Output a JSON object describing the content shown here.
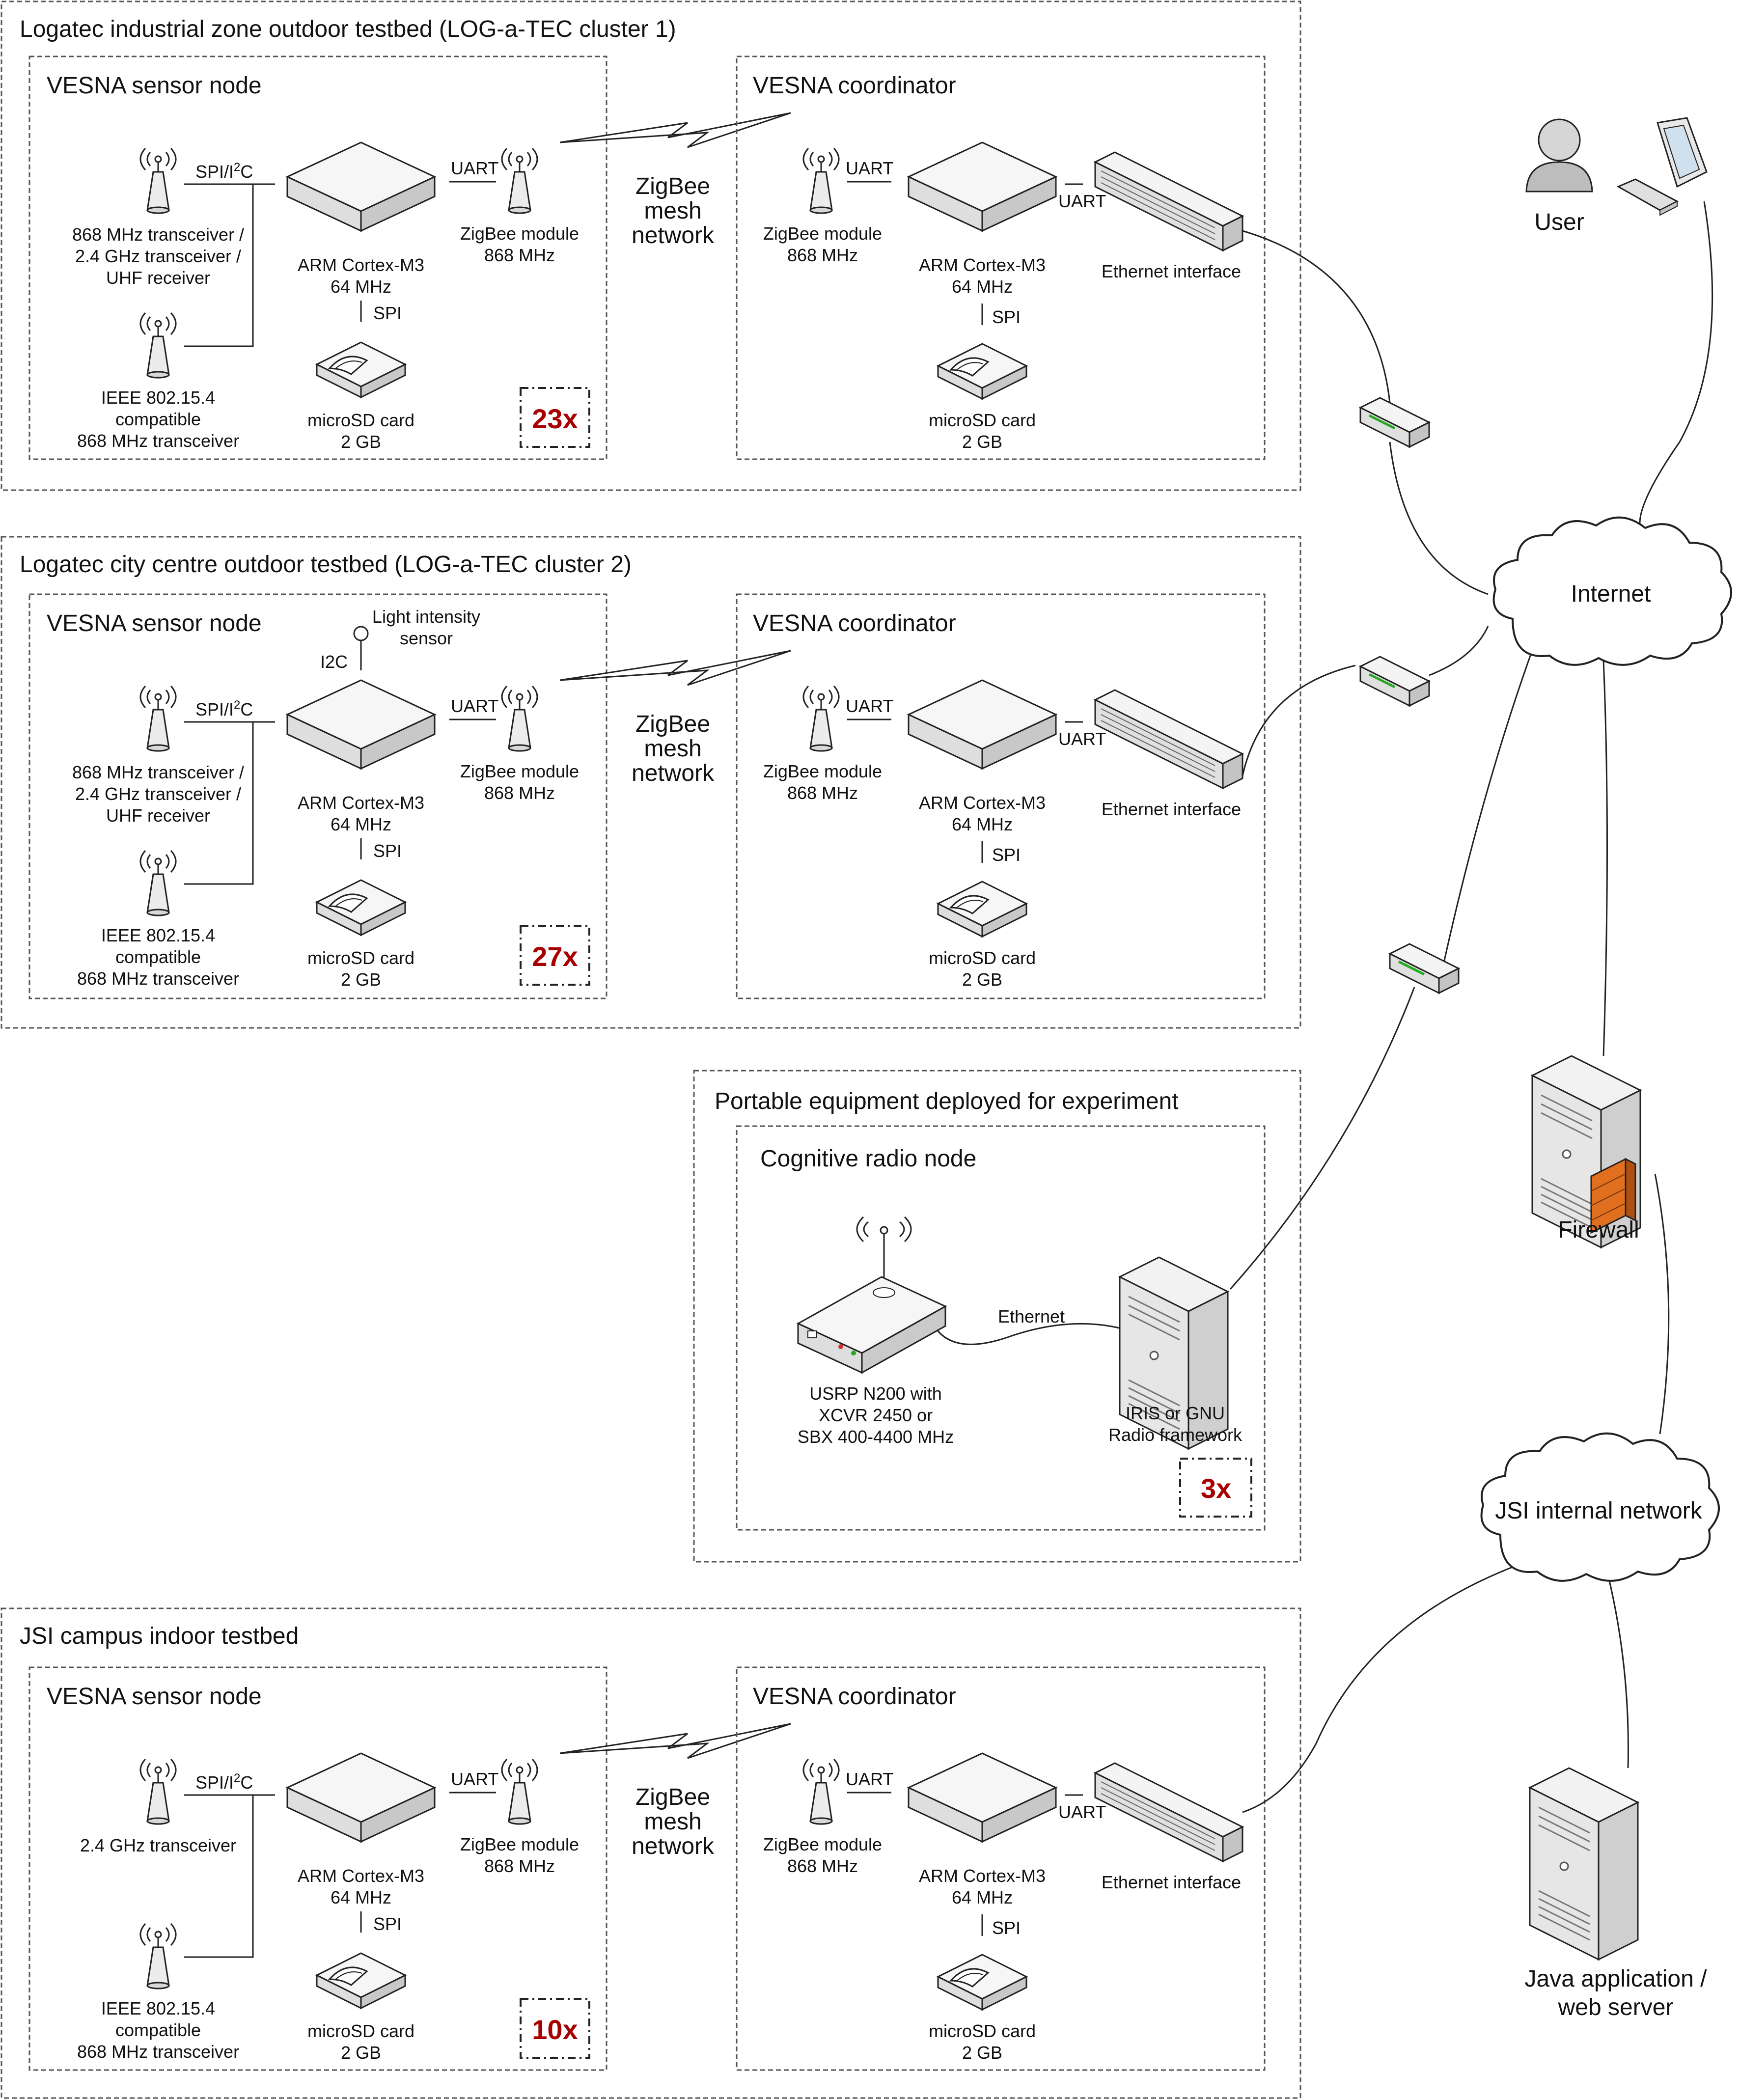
{
  "diagram": {
    "clusters": [
      {
        "title": "Logatec industrial zone outdoor testbed (LOG-a-TEC cluster 1)",
        "sensor": {
          "title": "VESNA sensor node",
          "radio1": [
            "868 MHz transceiver /",
            "2.4 GHz transceiver /",
            "UHF receiver"
          ],
          "radio2": [
            "IEEE 802.15.4",
            "compatible",
            "868 MHz transceiver"
          ],
          "bus": "SPI/I",
          "bus_sup": "2",
          "bus_end": "C",
          "cpu": [
            "ARM Cortex-M3",
            "64 MHz"
          ],
          "spi": "SPI",
          "sd": [
            "microSD card",
            "2 GB"
          ],
          "uart": "UART",
          "zigbee": [
            "ZigBee module",
            "868 MHz"
          ],
          "count": "23x"
        },
        "mesh": [
          "ZigBee",
          "mesh",
          "network"
        ],
        "coordinator": {
          "title": "VESNA coordinator",
          "zigbee": [
            "ZigBee module",
            "868 MHz"
          ],
          "uart1": "UART",
          "cpu": [
            "ARM Cortex-M3",
            "64 MHz"
          ],
          "uart2": "UART",
          "eth": "Ethernet interface",
          "spi": "SPI",
          "sd": [
            "microSD card",
            "2 GB"
          ]
        }
      },
      {
        "title": "Logatec city centre outdoor testbed (LOG-a-TEC cluster 2)",
        "sensor": {
          "title": "VESNA sensor node",
          "light": [
            "Light intensity",
            "sensor"
          ],
          "i2c": "I2C",
          "radio1": [
            "868 MHz transceiver /",
            "2.4 GHz transceiver /",
            "UHF receiver"
          ],
          "radio2": [
            "IEEE 802.15.4",
            "compatible",
            "868 MHz transceiver"
          ],
          "bus": "SPI/I",
          "bus_sup": "2",
          "bus_end": "C",
          "cpu": [
            "ARM Cortex-M3",
            "64 MHz"
          ],
          "spi": "SPI",
          "sd": [
            "microSD card",
            "2 GB"
          ],
          "uart": "UART",
          "zigbee": [
            "ZigBee module",
            "868 MHz"
          ],
          "count": "27x"
        },
        "mesh": [
          "ZigBee",
          "mesh",
          "network"
        ],
        "coordinator": {
          "title": "VESNA coordinator",
          "zigbee": [
            "ZigBee module",
            "868 MHz"
          ],
          "uart1": "UART",
          "cpu": [
            "ARM Cortex-M3",
            "64 MHz"
          ],
          "uart2": "UART",
          "eth": "Ethernet interface",
          "spi": "SPI",
          "sd": [
            "microSD card",
            "2 GB"
          ]
        }
      },
      {
        "title": "JSI campus indoor testbed",
        "sensor": {
          "title": "VESNA sensor node",
          "radio1": [
            "2.4 GHz transceiver"
          ],
          "radio2": [
            "IEEE 802.15.4",
            "compatible",
            "868 MHz transceiver"
          ],
          "bus": "SPI/I",
          "bus_sup": "2",
          "bus_end": "C",
          "cpu": [
            "ARM Cortex-M3",
            "64 MHz"
          ],
          "spi": "SPI",
          "sd": [
            "microSD card",
            "2 GB"
          ],
          "uart": "UART",
          "zigbee": [
            "ZigBee module",
            "868 MHz"
          ],
          "count": "10x"
        },
        "mesh": [
          "ZigBee",
          "mesh",
          "network"
        ],
        "coordinator": {
          "title": "VESNA coordinator",
          "zigbee": [
            "ZigBee module",
            "868 MHz"
          ],
          "uart1": "UART",
          "cpu": [
            "ARM Cortex-M3",
            "64 MHz"
          ],
          "uart2": "UART",
          "eth": "Ethernet interface",
          "spi": "SPI",
          "sd": [
            "microSD card",
            "2 GB"
          ]
        }
      }
    ],
    "portable": {
      "title": "Portable equipment deployed for experiment",
      "node_title": "Cognitive radio node",
      "usrp": [
        "USRP N200 with",
        "XCVR 2450 or",
        "SBX 400-4400 MHz"
      ],
      "ethernet": "Ethernet",
      "iris": [
        "IRIS or GNU",
        "Radio framework"
      ],
      "count": "3x"
    },
    "right": {
      "user": "User",
      "internet": "Internet",
      "firewall": "Firewall",
      "jsi_net": "JSI internal network",
      "server": [
        "Java application /",
        "web server"
      ]
    },
    "colors": {
      "count_text": "#a80000",
      "dash_border": "#555555",
      "device_fill": "#f4f4f4",
      "device_side": "#cfcfcf",
      "firewall_accent": "#e07020",
      "router_led": "#22aa22"
    },
    "icons": [
      "antenna-icon",
      "cpu-box-icon",
      "microsd-icon",
      "ethernet-switch-icon",
      "router-icon",
      "cloud-icon",
      "user-icon",
      "computer-icon",
      "server-icon",
      "firewall-icon",
      "usrp-icon",
      "lightning-link-icon"
    ]
  }
}
